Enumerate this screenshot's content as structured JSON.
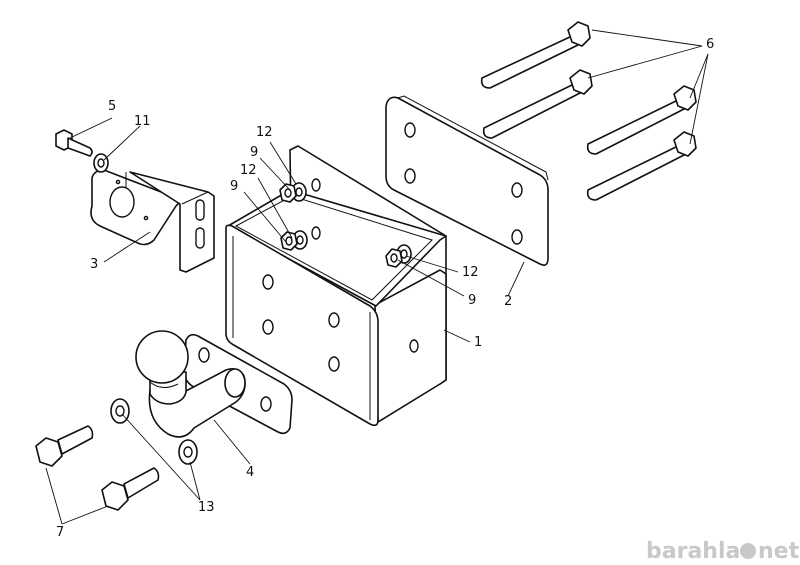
{
  "callouts": {
    "c1": "1",
    "c2": "2",
    "c3": "3",
    "c4": "4",
    "c5": "5",
    "c6": "6",
    "c7": "7",
    "c9a": "9",
    "c9b": "9",
    "c9c": "9",
    "c11": "11",
    "c12a": "12",
    "c12b": "12",
    "c12c": "12",
    "c13": "13"
  },
  "watermark": {
    "text": "barahla",
    "suffix": "net"
  },
  "colors": {
    "line": "#111111",
    "background": "#ffffff",
    "watermark": "#c8c8c8"
  }
}
